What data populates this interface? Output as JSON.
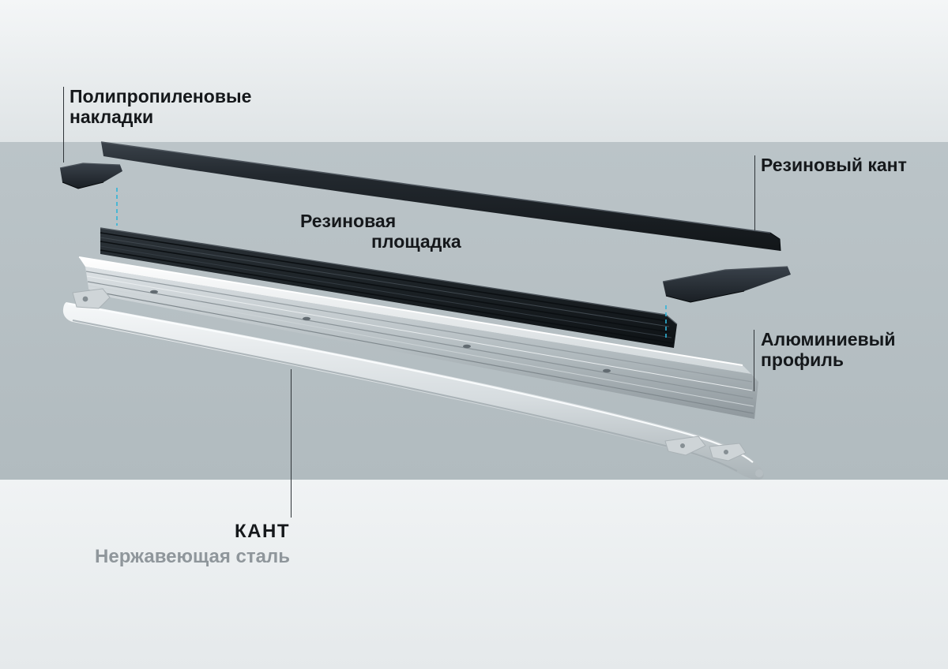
{
  "colors": {
    "band-top-start": "#f4f6f7",
    "band-top-end": "#dfe4e6",
    "band-mid-start": "#bbc4c8",
    "band-mid-end": "#b1bbbf",
    "band-bottom-start": "#f0f3f4",
    "band-bottom-end": "#e5e9eb",
    "label-text": "#15181b",
    "subtitle-text": "#8f969b",
    "leader-line": "#2f3438",
    "accent-dash": "#2fb4d8"
  },
  "labels": {
    "pp_caps": {
      "line1": "Полипропиленовые",
      "line2": "накладки"
    },
    "rubber_edge": "Резиновый кант",
    "rubber_pad": {
      "line1": "Резиновая",
      "line2": "площадка"
    },
    "alu_profile": {
      "line1": "Алюминиевый",
      "line2": "профиль"
    },
    "kant": {
      "title": "КАНТ",
      "subtitle": "Нержавеющая сталь"
    }
  }
}
